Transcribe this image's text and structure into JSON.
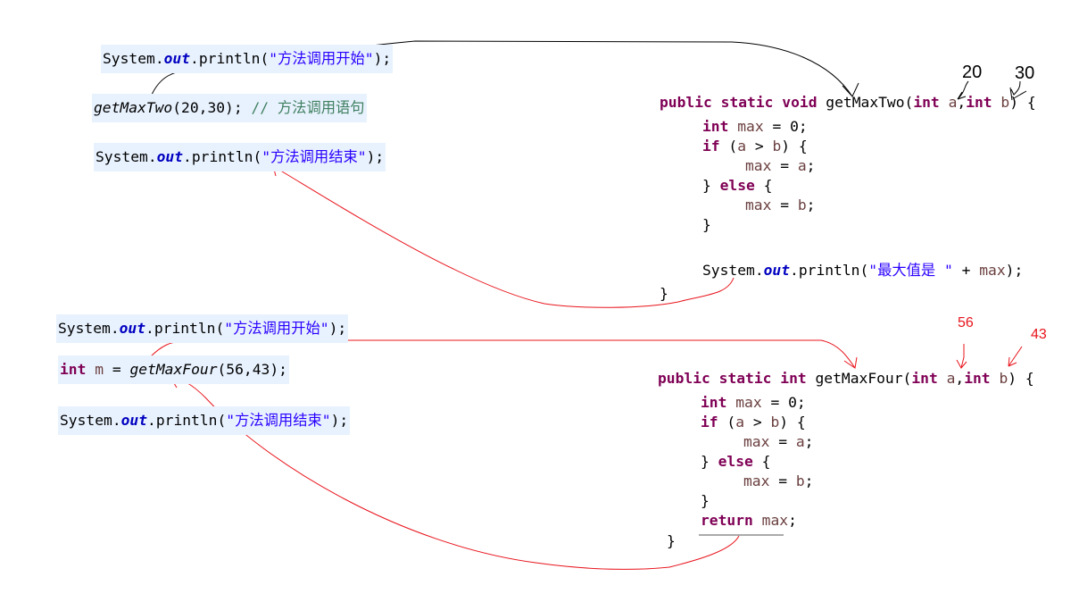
{
  "block_a": [
    [
      [
        "pl",
        "System."
      ],
      [
        "fld",
        "out"
      ],
      [
        "pl",
        ".println("
      ],
      [
        "str",
        "\"方法调用开始\""
      ],
      [
        "pl",
        ");"
      ]
    ],
    [
      [
        "it",
        "getMaxTwo"
      ],
      [
        "pl",
        "(20,30); "
      ],
      [
        "cm",
        "// 方法调用语句"
      ]
    ],
    [
      [
        "pl",
        "System."
      ],
      [
        "fld",
        "out"
      ],
      [
        "pl",
        ".println("
      ],
      [
        "str",
        "\"方法调用结束\""
      ],
      [
        "pl",
        ");"
      ]
    ]
  ],
  "method_two": [
    [
      [
        "kw",
        "public"
      ],
      [
        "pl",
        " "
      ],
      [
        "kw",
        "static"
      ],
      [
        "pl",
        " "
      ],
      [
        "kw",
        "void"
      ],
      [
        "pl",
        " getMaxTwo("
      ],
      [
        "kw",
        "int"
      ],
      [
        "pl",
        " "
      ],
      [
        "var",
        "a"
      ],
      [
        "pl",
        ","
      ],
      [
        "kw",
        "int"
      ],
      [
        "pl",
        " "
      ],
      [
        "var",
        "b"
      ],
      [
        "pl",
        ") {"
      ]
    ],
    [
      [
        "kw",
        "int"
      ],
      [
        "pl",
        " "
      ],
      [
        "var",
        "max"
      ],
      [
        "pl",
        " = 0;"
      ]
    ],
    [
      [
        "kw",
        "if"
      ],
      [
        "pl",
        " ("
      ],
      [
        "var",
        "a"
      ],
      [
        "pl",
        " > "
      ],
      [
        "var",
        "b"
      ],
      [
        "pl",
        ") {"
      ]
    ],
    [
      [
        "var",
        "max"
      ],
      [
        "pl",
        " = "
      ],
      [
        "var",
        "a"
      ],
      [
        "pl",
        ";"
      ]
    ],
    [
      [
        "pl",
        "} "
      ],
      [
        "kw",
        "else"
      ],
      [
        "pl",
        " {"
      ]
    ],
    [
      [
        "var",
        "max"
      ],
      [
        "pl",
        " = "
      ],
      [
        "var",
        "b"
      ],
      [
        "pl",
        ";"
      ]
    ],
    [
      [
        "pl",
        "}"
      ]
    ],
    [
      [
        "pl",
        "System."
      ],
      [
        "fld",
        "out"
      ],
      [
        "pl",
        ".println("
      ],
      [
        "str",
        "\"最大值是 \""
      ],
      [
        "pl",
        " + "
      ],
      [
        "var",
        "max"
      ],
      [
        "pl",
        ");"
      ]
    ],
    [
      [
        "pl",
        "}"
      ]
    ]
  ],
  "block_c": [
    [
      [
        "pl",
        "System."
      ],
      [
        "fld",
        "out"
      ],
      [
        "pl",
        ".println("
      ],
      [
        "str",
        "\"方法调用开始\""
      ],
      [
        "pl",
        ");"
      ]
    ],
    [
      [
        "kw",
        "int"
      ],
      [
        "pl",
        " "
      ],
      [
        "var",
        "m"
      ],
      [
        "pl",
        " = "
      ],
      [
        "it",
        "getMaxFour"
      ],
      [
        "pl",
        "(56,43);"
      ]
    ],
    [
      [
        "pl",
        "System."
      ],
      [
        "fld",
        "out"
      ],
      [
        "pl",
        ".println("
      ],
      [
        "str",
        "\"方法调用结束\""
      ],
      [
        "pl",
        ");"
      ]
    ]
  ],
  "method_four": [
    [
      [
        "kw",
        "public"
      ],
      [
        "pl",
        " "
      ],
      [
        "kw",
        "static"
      ],
      [
        "pl",
        " "
      ],
      [
        "kw",
        "int"
      ],
      [
        "pl",
        " getMaxFour("
      ],
      [
        "kw",
        "int"
      ],
      [
        "pl",
        " "
      ],
      [
        "var",
        "a"
      ],
      [
        "pl",
        ","
      ],
      [
        "kw",
        "int"
      ],
      [
        "pl",
        " "
      ],
      [
        "var",
        "b"
      ],
      [
        "pl",
        ") {"
      ]
    ],
    [
      [
        "kw",
        "int"
      ],
      [
        "pl",
        " "
      ],
      [
        "var",
        "max"
      ],
      [
        "pl",
        " = 0;"
      ]
    ],
    [
      [
        "kw",
        "if"
      ],
      [
        "pl",
        " ("
      ],
      [
        "var",
        "a"
      ],
      [
        "pl",
        " > "
      ],
      [
        "var",
        "b"
      ],
      [
        "pl",
        ") {"
      ]
    ],
    [
      [
        "var",
        "max"
      ],
      [
        "pl",
        " = "
      ],
      [
        "var",
        "a"
      ],
      [
        "pl",
        ";"
      ]
    ],
    [
      [
        "pl",
        "} "
      ],
      [
        "kw",
        "else"
      ],
      [
        "pl",
        " {"
      ]
    ],
    [
      [
        "var",
        "max"
      ],
      [
        "pl",
        " = "
      ],
      [
        "var",
        "b"
      ],
      [
        "pl",
        ";"
      ]
    ],
    [
      [
        "pl",
        "}"
      ]
    ],
    [
      [
        "kw",
        "return"
      ],
      [
        "pl",
        " "
      ],
      [
        "var",
        "max"
      ],
      [
        "pl",
        ";"
      ]
    ],
    [
      [
        "pl",
        "}"
      ]
    ]
  ],
  "annotations": {
    "a1": "20",
    "b1": "30",
    "a2": "56",
    "b2": "43"
  },
  "colors": {
    "arrow_black": "#000000",
    "arrow_red": "#e8141c",
    "highlight": "#e8f2fe"
  }
}
